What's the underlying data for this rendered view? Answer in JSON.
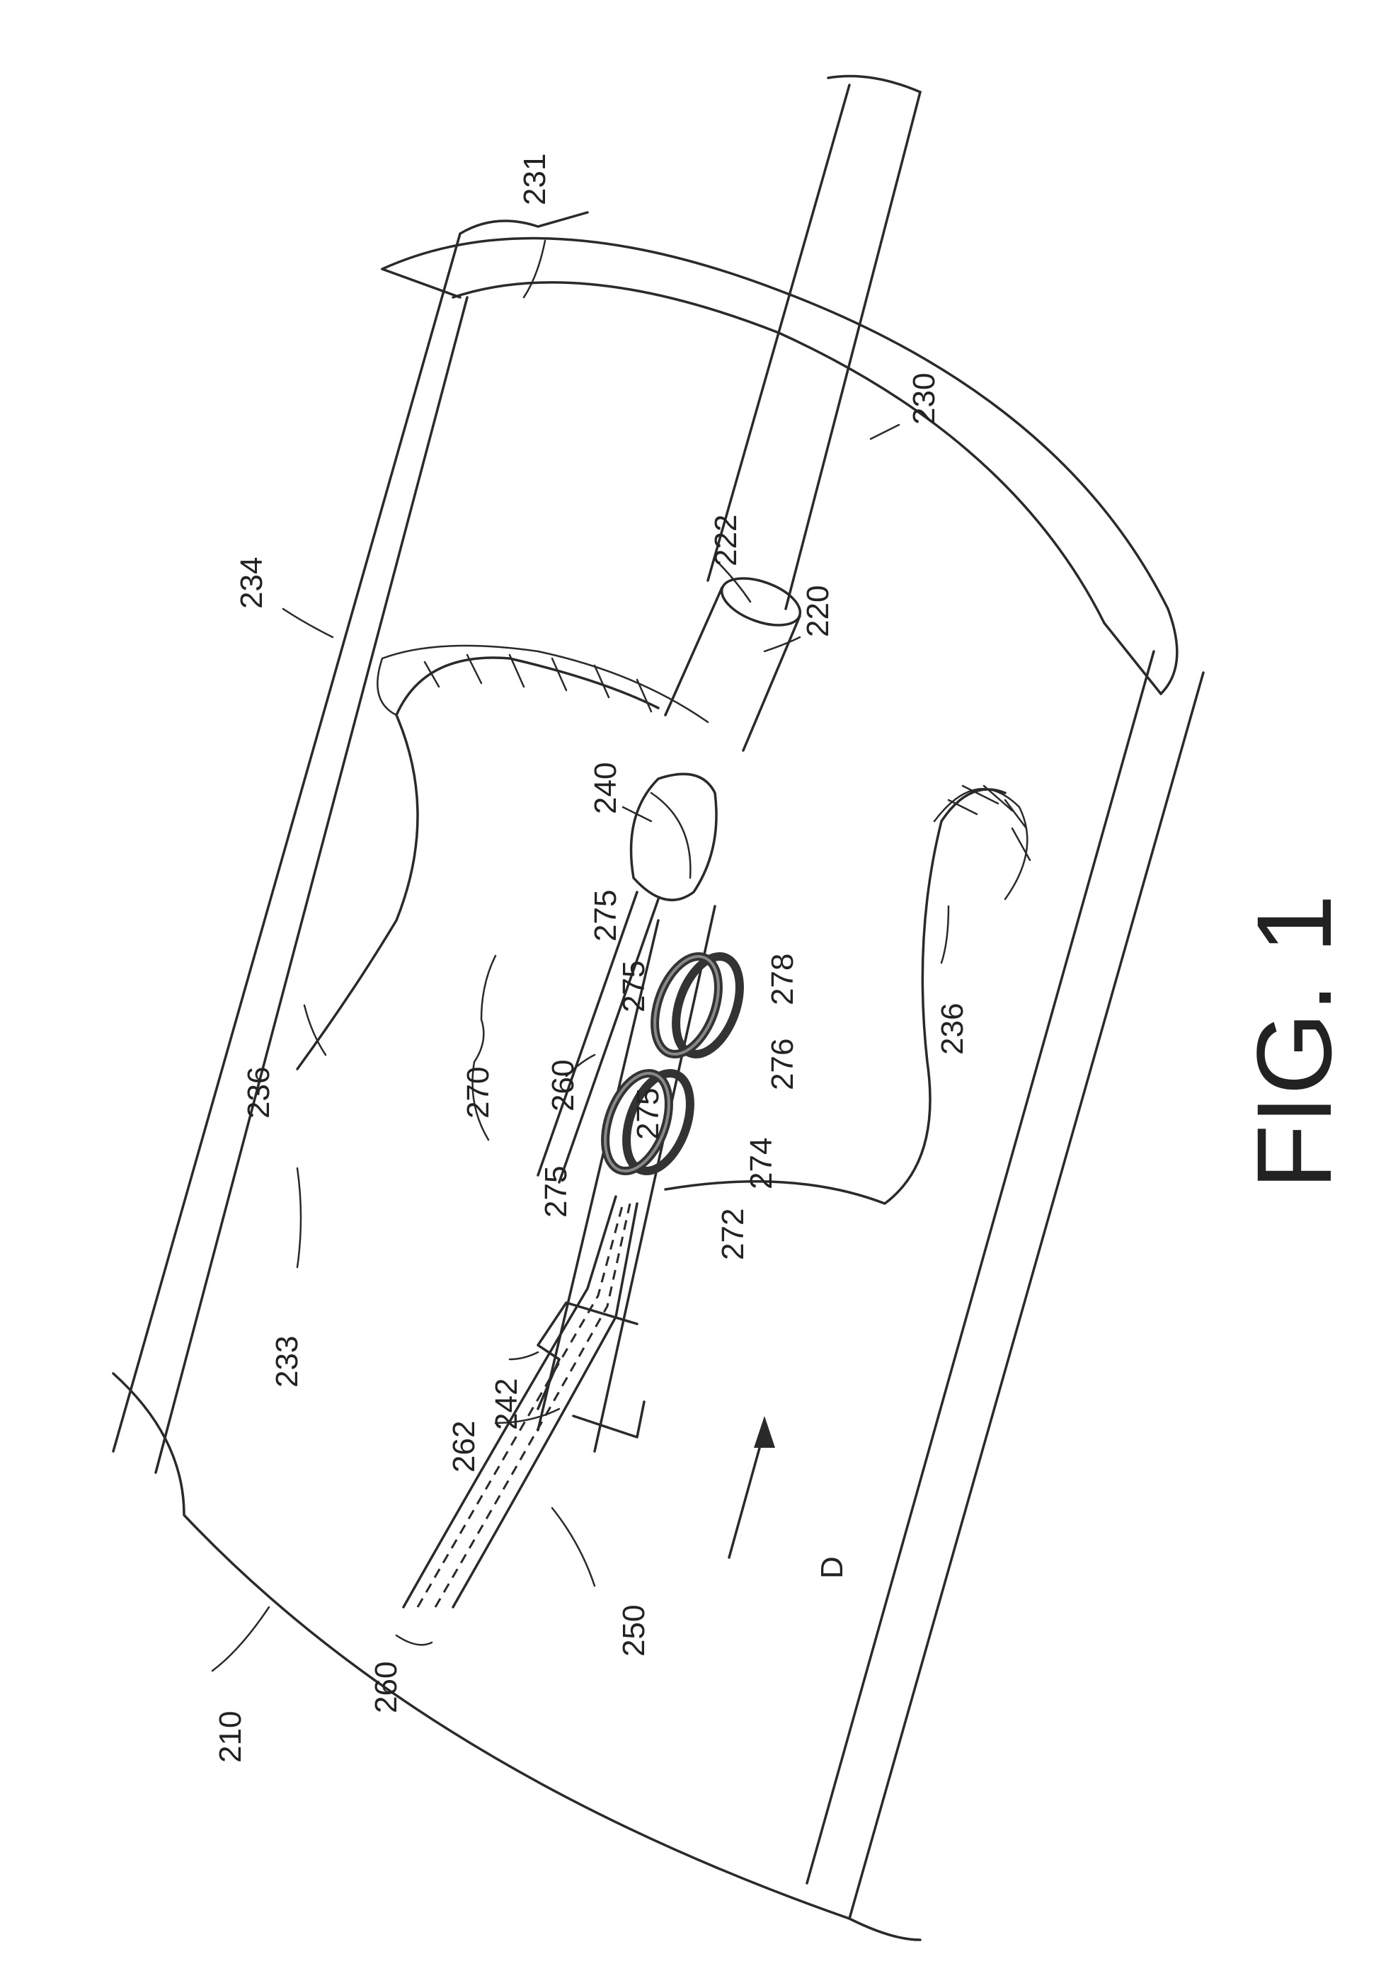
{
  "figure": {
    "caption": "FIG. 1"
  },
  "labels": {
    "l210": "210",
    "l220": "220",
    "l222": "222",
    "l230": "230",
    "l231": "231",
    "l233": "233",
    "l234": "234",
    "l236a": "236",
    "l236b": "236",
    "l240": "240",
    "l242": "242",
    "l250": "250",
    "l260a": "260",
    "l260b": "260",
    "l262": "262",
    "l270": "270",
    "l272": "272",
    "l274": "274",
    "l275a": "275",
    "l275b": "275",
    "l275c": "275",
    "l275d": "275",
    "l276": "276",
    "l278": "278",
    "lD": "D"
  }
}
